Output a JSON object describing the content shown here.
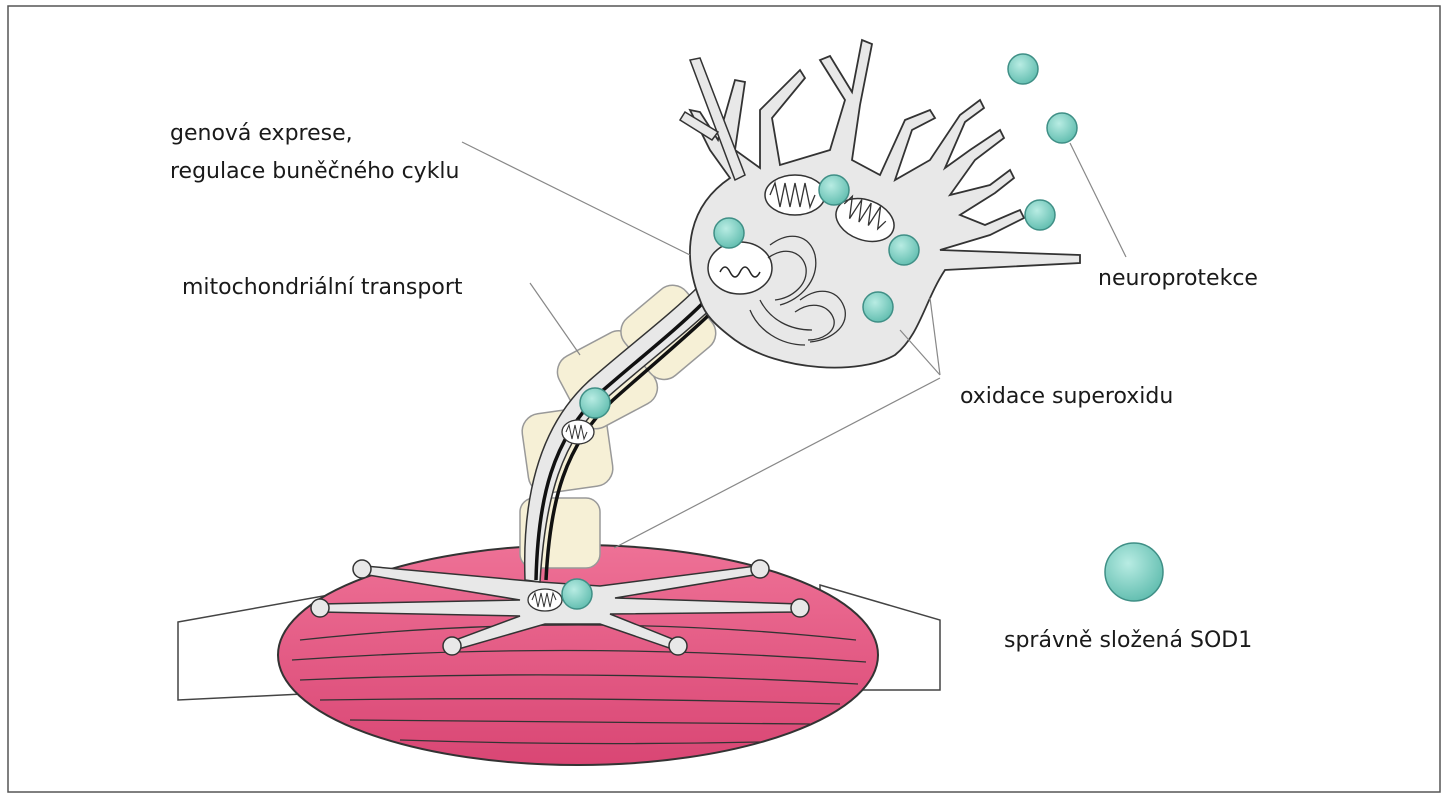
{
  "labels": {
    "gene_expression_line1": "genová exprese,",
    "gene_expression_line2": "regulace buněčného cyklu",
    "mito_transport": "mitochondriální transport",
    "neuroprotection": "neuroprotekce",
    "superoxide": "oxidace superoxidu",
    "legend_sod1": "správně složená SOD1"
  },
  "colors": {
    "sod1": "#7fd0c4",
    "sod1_stroke": "#3f8f86",
    "muscle": "#e0587e",
    "neuron": "#e8e8e8",
    "myelin": "#f6f0d6",
    "frame": "#555555"
  },
  "icons": {
    "sod1_marker": "circle-icon",
    "mitochondrion": "mitochondrion-icon"
  }
}
